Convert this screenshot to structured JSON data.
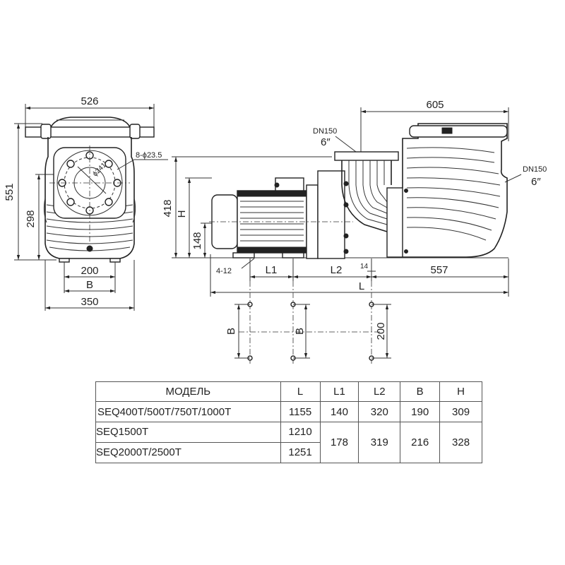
{
  "front_view": {
    "width_top": "526",
    "height_total": "551",
    "height_axis": "298",
    "bolt_spec": "8-ϕ23.5",
    "pcd": "ϕ241",
    "base_inner": "200",
    "base_b": "B",
    "base_outer": "350"
  },
  "side_view": {
    "inlet_label": "DN150",
    "inlet_size": "6″",
    "outlet_label": "DN150",
    "outlet_size": "6″",
    "length_right": "605",
    "height_418": "418",
    "height_h": "H",
    "height_148": "148",
    "holes": "4-12",
    "l1": "L1",
    "l2": "L2",
    "gap_14": "14",
    "len_557": "557",
    "len_l": "L"
  },
  "foot_view": {
    "b_left": "B",
    "b_mid": "B",
    "dim_200": "200"
  },
  "table": {
    "headers": [
      "МОДЕЛЬ",
      "L",
      "L1",
      "L2",
      "B",
      "H"
    ],
    "rows": [
      {
        "model": "SEQ400T/500T/750T/1000T",
        "L": "1155",
        "L1": "140",
        "L2": "320",
        "B": "190",
        "H": "309"
      },
      {
        "model": "SEQ1500T",
        "L": "1210"
      },
      {
        "model": "SEQ2000T/2500T",
        "L": "1251"
      }
    ],
    "merged": {
      "L1": "178",
      "L2": "319",
      "B": "216",
      "H": "328"
    }
  }
}
